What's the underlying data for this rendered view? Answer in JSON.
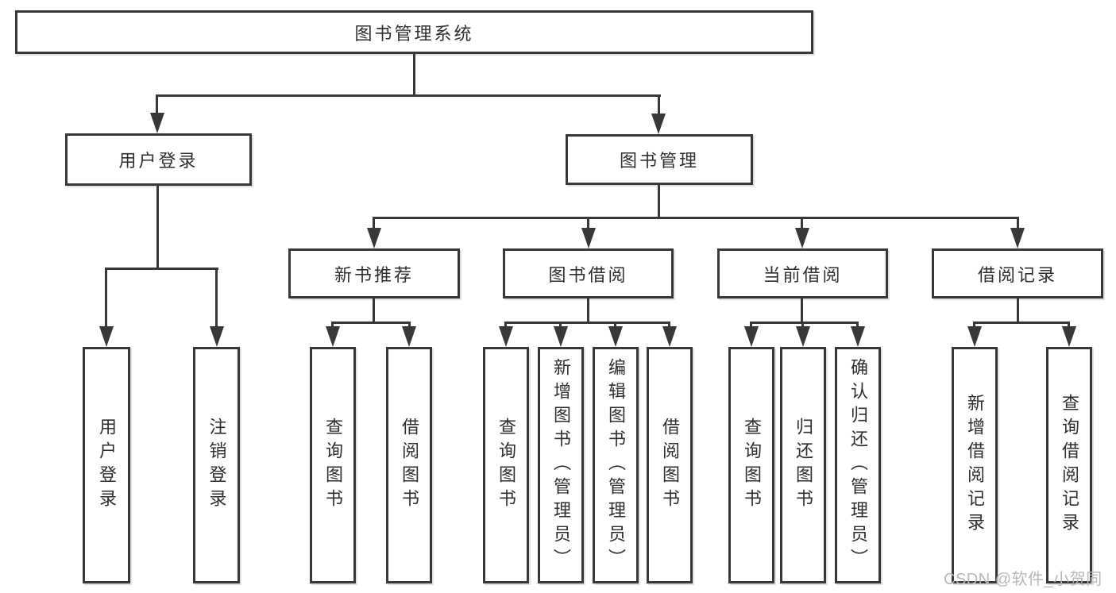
{
  "title": "图书管理系统",
  "watermark": "CSDN @软件_小贺同学",
  "colors": {
    "line": "#383838",
    "border": "#383838",
    "text": "#2e2e2e",
    "background": "#ffffff",
    "watermark": "#b8b8b8"
  },
  "nodes": {
    "root": "图书管理系统",
    "user_login": "用户登录",
    "book_mgmt": "图书管理",
    "new_book_rec": "新书推荐",
    "book_borrow": "图书借阅",
    "current_borrow": "当前借阅",
    "borrow_record": "借阅记录",
    "user_login_children": [
      "用户登录",
      "注销登录"
    ],
    "new_book_rec_children": [
      "查询图书",
      "借阅图书"
    ],
    "book_borrow_children": [
      "查询图书",
      "新增图书（管理员）",
      "编辑图书（管理员）",
      "借阅图书"
    ],
    "current_borrow_children": [
      "查询图书",
      "归还图书",
      "确认归还（管理员）"
    ],
    "borrow_record_children": [
      "新增借阅记录",
      "查询借阅记录"
    ]
  }
}
